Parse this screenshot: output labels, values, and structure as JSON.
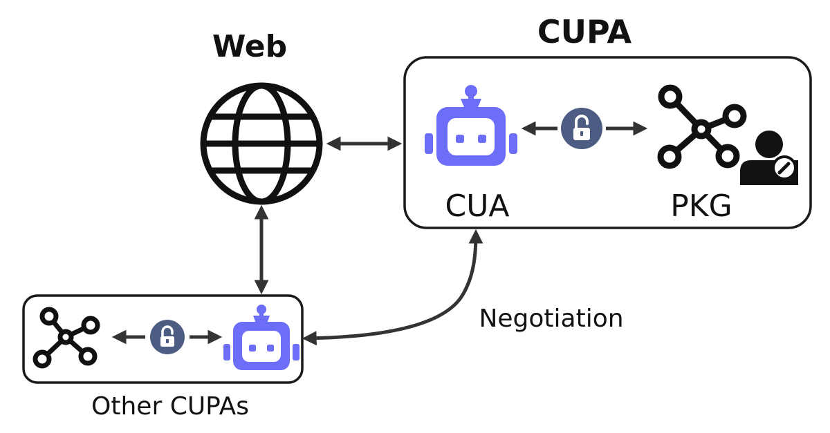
{
  "web": {
    "title": "Web",
    "icon": "globe-icon"
  },
  "cupa": {
    "title": "CUPA",
    "cua_label": "CUA",
    "pkg_label": "PKG",
    "cua_icon": "robot-icon",
    "pkg_icon": "knowledge-graph-user-icon",
    "lock_icon": "unlocked-padlock-icon"
  },
  "other_cupas": {
    "label": "Other CUPAs",
    "graph_icon": "knowledge-graph-icon",
    "robot_icon": "robot-icon",
    "lock_icon": "unlocked-padlock-icon"
  },
  "edges": {
    "negotiation_label": "Negotiation"
  },
  "colors": {
    "robot": "#6d6ef8",
    "lock_badge": "#4d5c82",
    "stroke": "#111111",
    "arrow": "#333333",
    "box_border": "#1a1a1a"
  }
}
